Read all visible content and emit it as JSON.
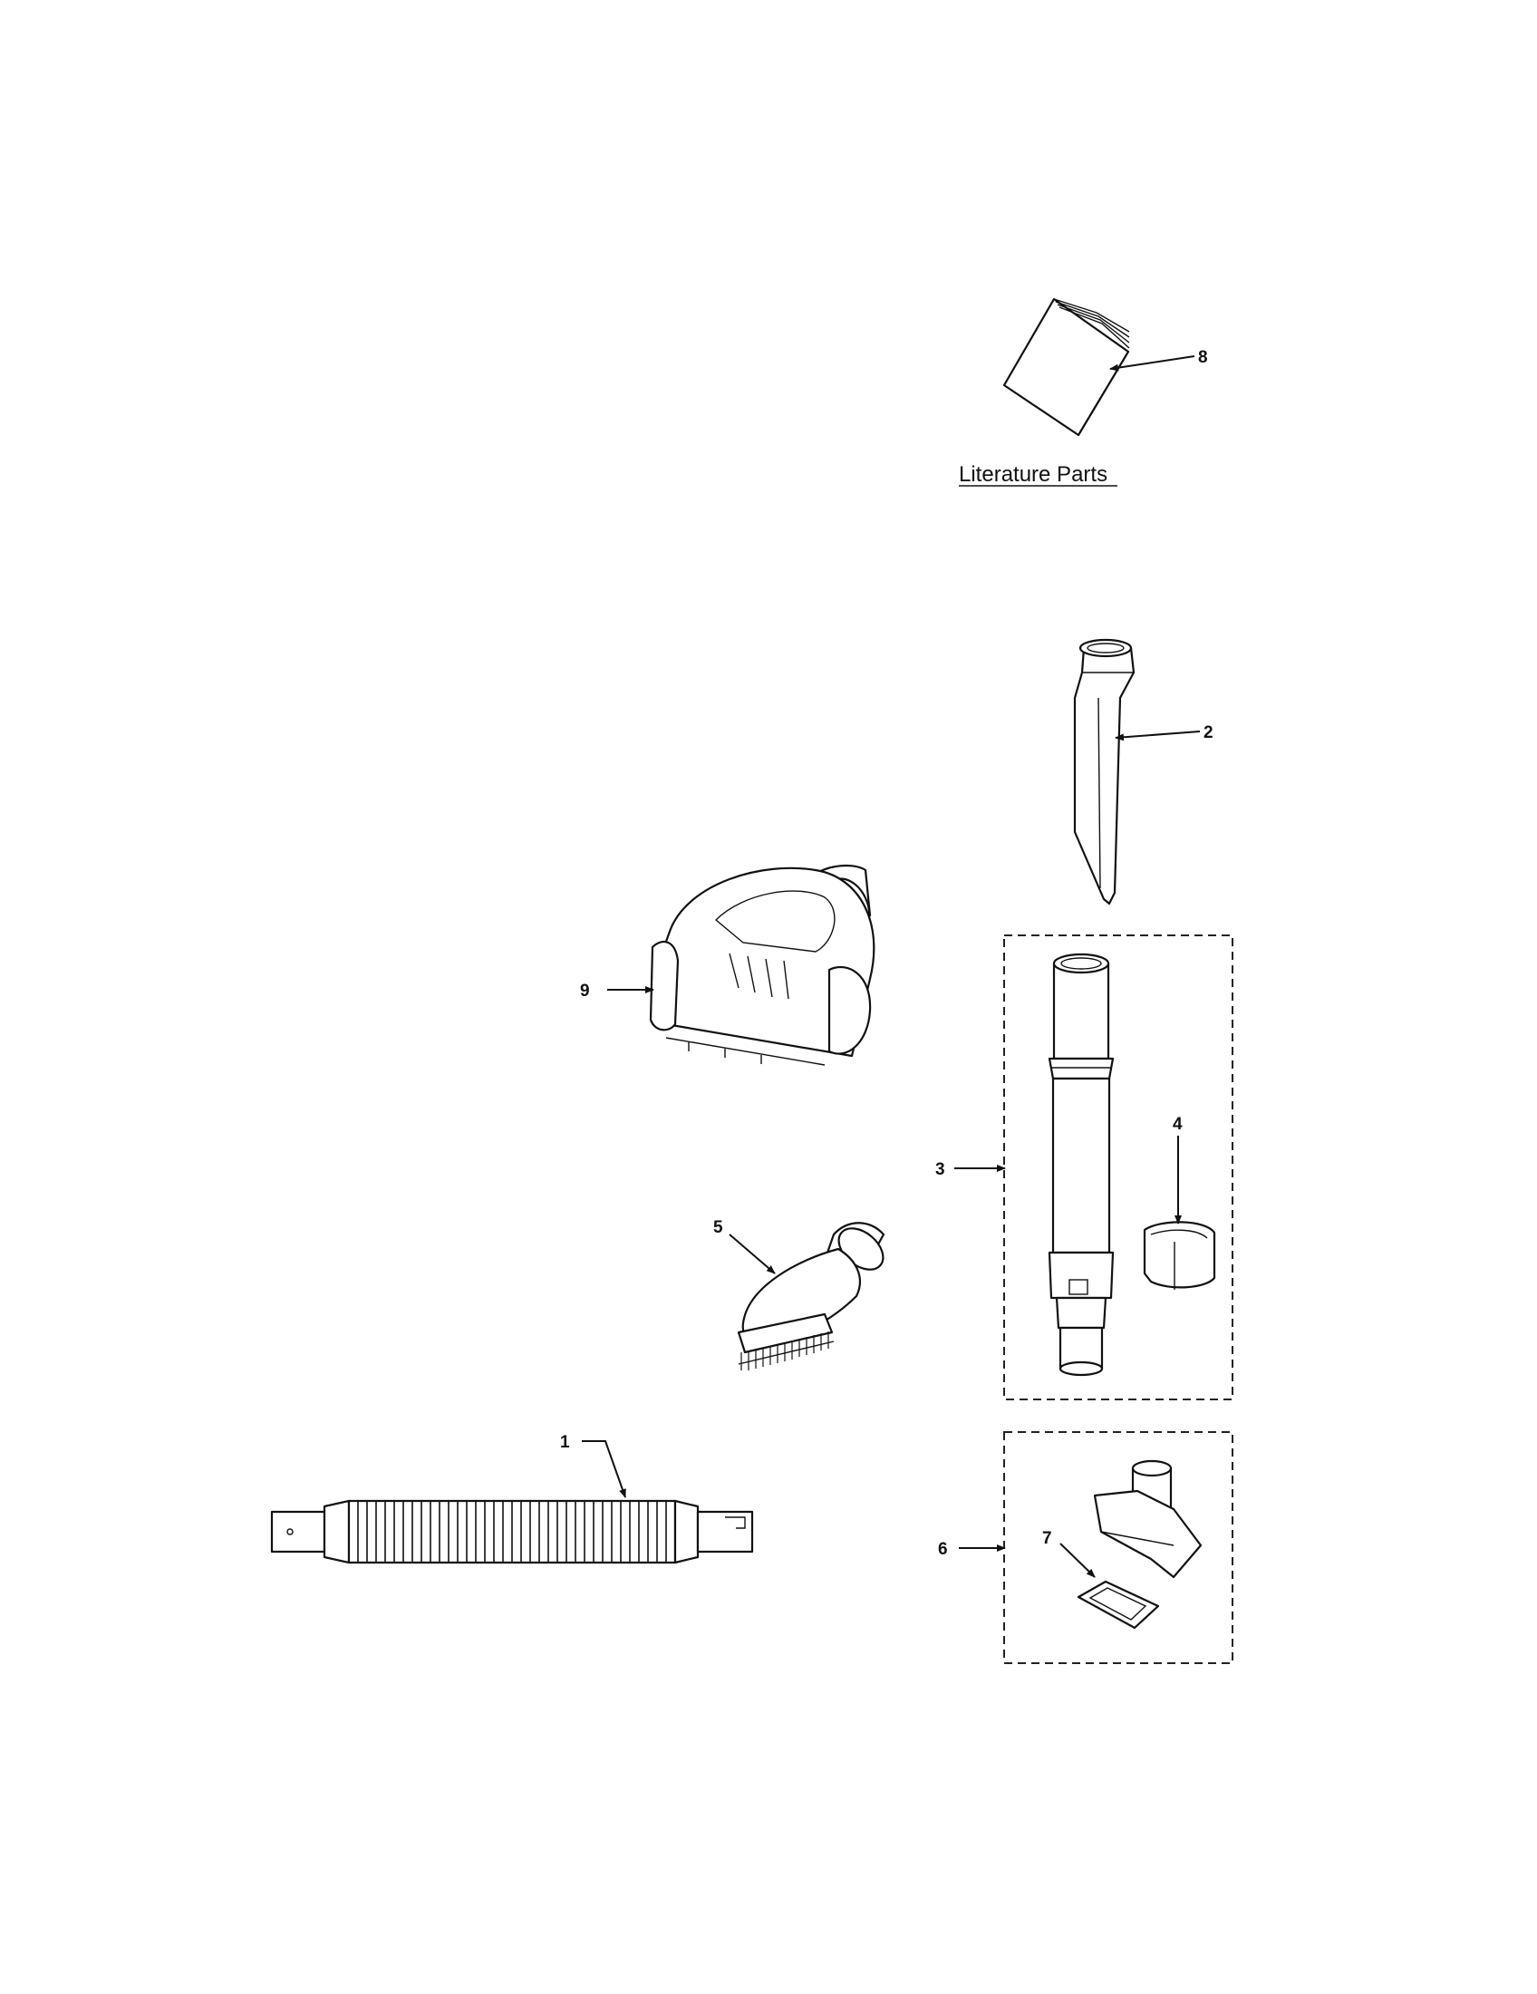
{
  "section_title": "Literature Parts",
  "callouts": {
    "c1": "1",
    "c2": "2",
    "c3": "3",
    "c4": "4",
    "c5": "5",
    "c6": "6",
    "c7": "7",
    "c8": "8",
    "c9": "9"
  }
}
